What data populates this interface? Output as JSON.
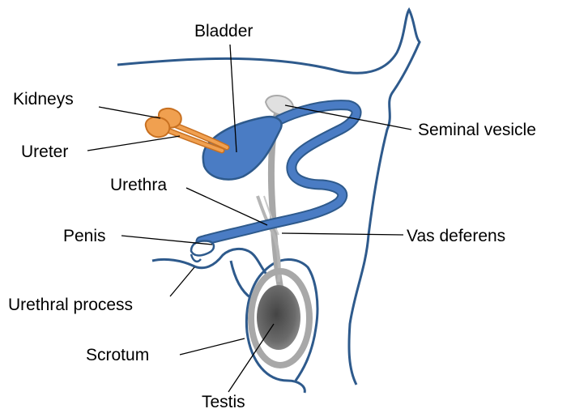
{
  "labels": {
    "bladder": "Bladder",
    "kidneys": "Kidneys",
    "ureter": "Ureter",
    "seminal_vesicle": "Seminal vesicle",
    "urethra": "Urethra",
    "penis": "Penis",
    "vas_deferens": "Vas deferens",
    "urethral_process": "Urethral process",
    "scrotum": "Scrotum",
    "testis": "Testis"
  },
  "colors": {
    "outline": "#2e5a8c",
    "bladder_fill": "#4a7cc4",
    "kidney_fill": "#f0a050",
    "kidney_stroke": "#c87020",
    "gray_duct": "#a8a8a8",
    "testis_dark": "#555555",
    "seminal_vesicle_fill": "#e0e0e0"
  }
}
